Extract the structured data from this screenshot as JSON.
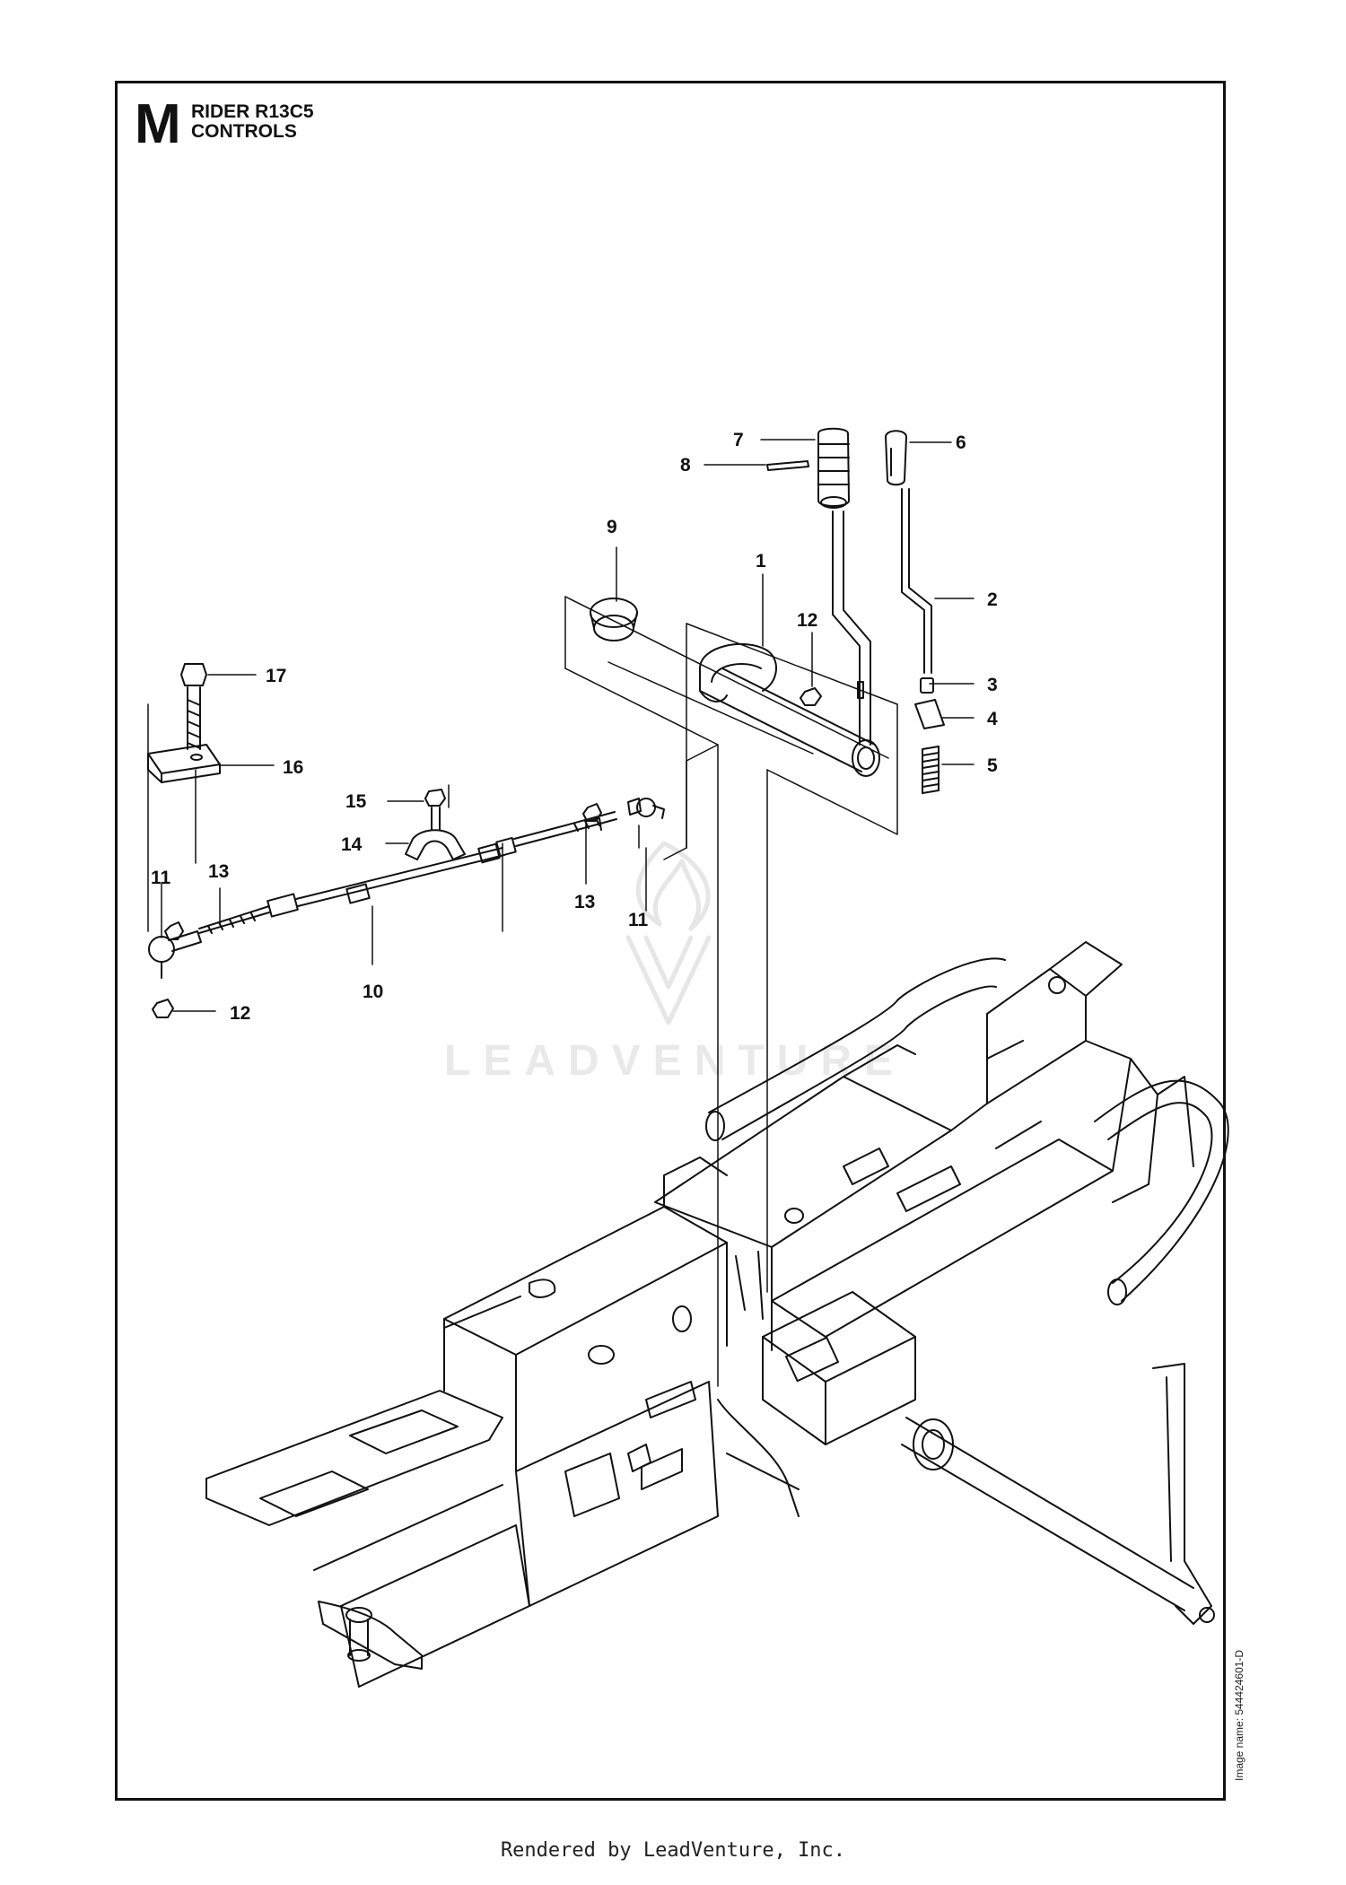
{
  "header": {
    "section_letter": "M",
    "model": "RIDER R13C5",
    "group": "CONTROLS"
  },
  "image_name": "Image name: 544424601-D",
  "watermark": "LEADVENTURE",
  "footer": "Rendered by LeadVenture, Inc.",
  "callouts": [
    "7",
    "6",
    "8",
    "9",
    "1",
    "2",
    "12",
    "3",
    "4",
    "5",
    "17",
    "16",
    "15",
    "14",
    "11",
    "13",
    "11",
    "13",
    "10",
    "12"
  ],
  "colors": {
    "line": "#111111",
    "background": "#ffffff",
    "watermark": "#e9e9e9"
  }
}
